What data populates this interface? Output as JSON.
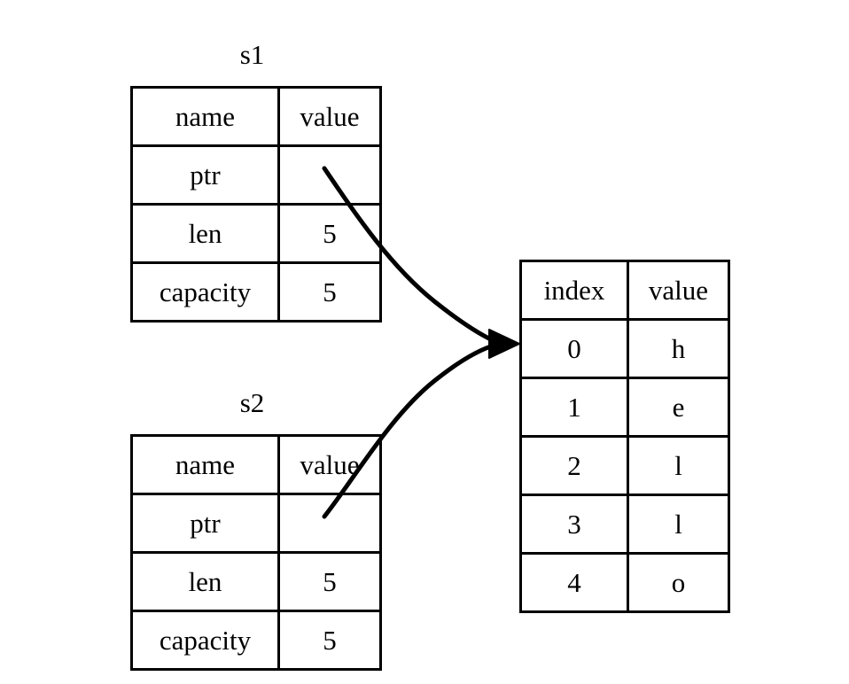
{
  "diagram": {
    "title": "two string structs pointing at one shared character buffer",
    "background_color": "#ffffff",
    "line_color": "#000000"
  },
  "structs": [
    {
      "label": "s1",
      "columns": [
        "name",
        "value"
      ],
      "rows": [
        {
          "name": "ptr",
          "value": ""
        },
        {
          "name": "len",
          "value": "5"
        },
        {
          "name": "capacity",
          "value": "5"
        }
      ]
    },
    {
      "label": "s2",
      "columns": [
        "name",
        "value"
      ],
      "rows": [
        {
          "name": "ptr",
          "value": ""
        },
        {
          "name": "len",
          "value": "5"
        },
        {
          "name": "capacity",
          "value": "5"
        }
      ]
    }
  ],
  "buffer": {
    "columns": [
      "index",
      "value"
    ],
    "rows": [
      {
        "index": "0",
        "value": "h"
      },
      {
        "index": "1",
        "value": "e"
      },
      {
        "index": "2",
        "value": "l"
      },
      {
        "index": "3",
        "value": "l"
      },
      {
        "index": "4",
        "value": "o"
      }
    ]
  },
  "arrows": [
    {
      "name": "s1-ptr-arrow",
      "from": "s1.ptr",
      "to": "buffer.row0"
    },
    {
      "name": "s2-ptr-arrow",
      "from": "s2.ptr",
      "to": "buffer.row0"
    }
  ]
}
